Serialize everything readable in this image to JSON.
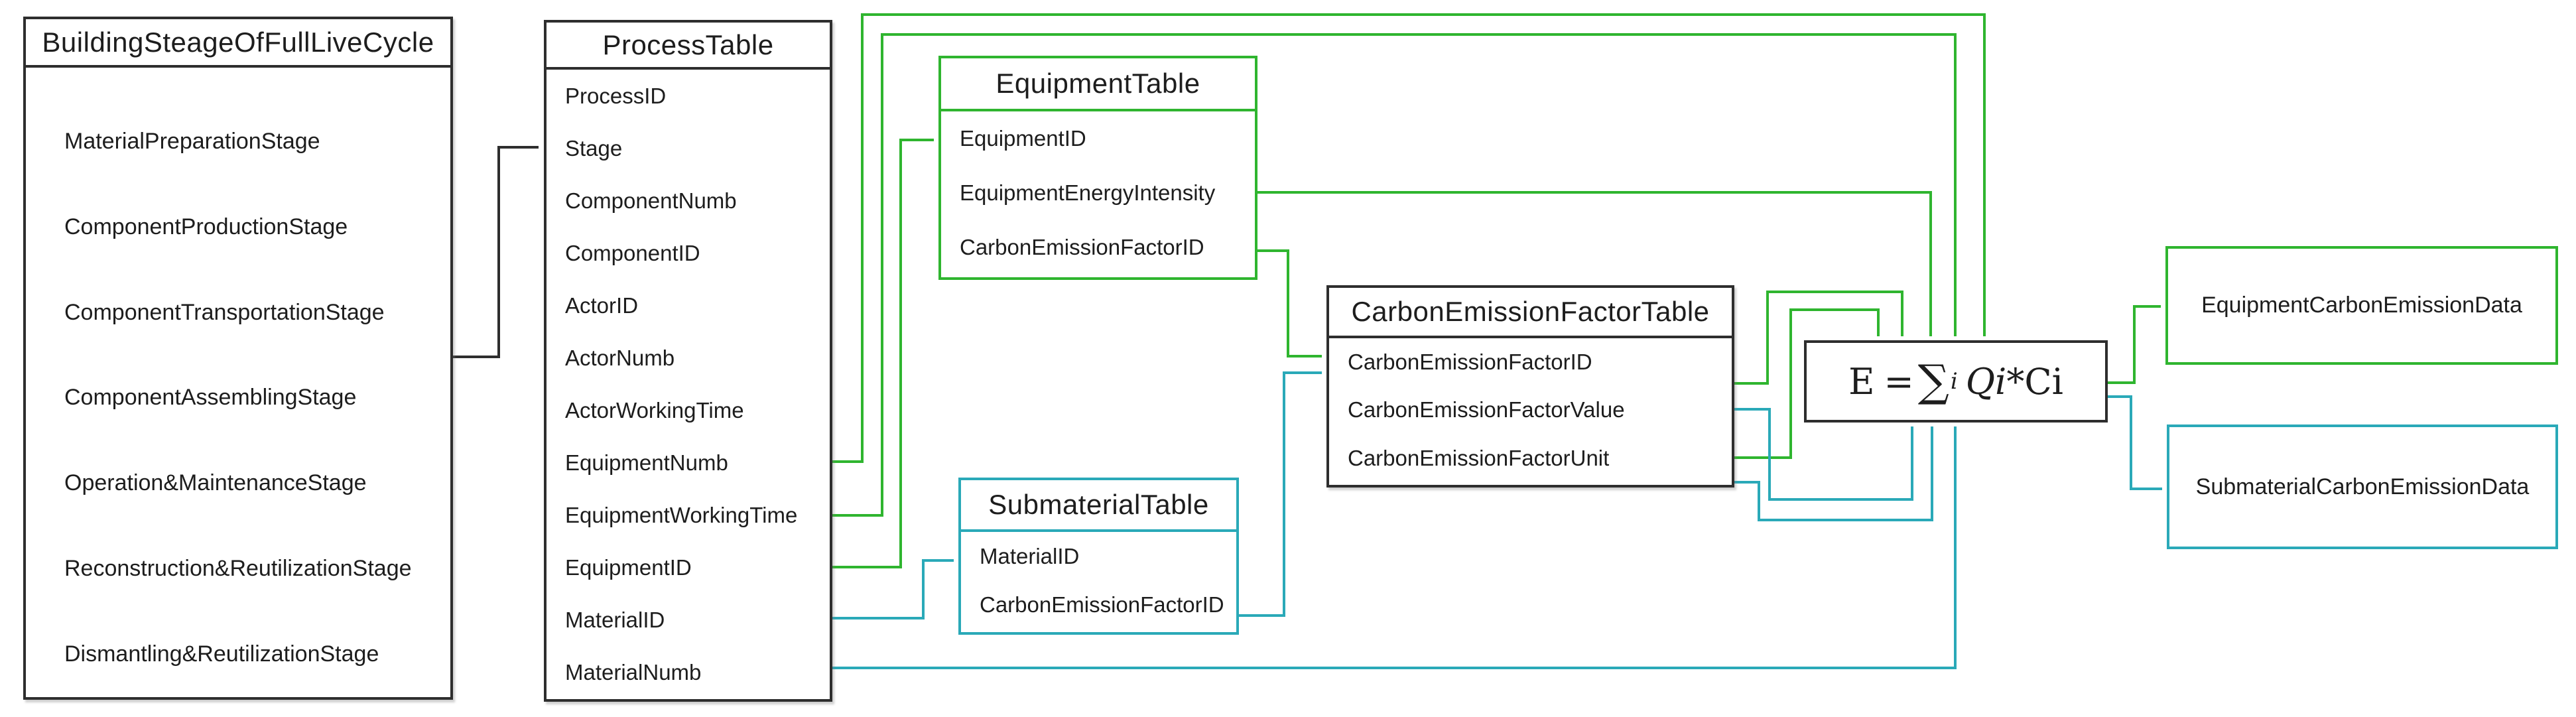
{
  "figure": {
    "stage_box": {
      "title": "BuildingSteageOfFullLiveCycle",
      "items": [
        "MaterialPreparationStage",
        "ComponentProductionStage",
        "ComponentTransportationStage",
        "ComponentAssemblingStage",
        "Operation&MaintenanceStage",
        "Reconstruction&ReutilizationStage",
        "Dismantling&ReutilizationStage"
      ]
    },
    "process_table": {
      "title": "ProcessTable",
      "fields": [
        "ProcessID",
        "Stage",
        "ComponentNumb",
        "ComponentID",
        "ActorID",
        "ActorNumb",
        "ActorWorkingTime",
        "EquipmentNumb",
        "EquipmentWorkingTime",
        "EquipmentID",
        "MaterialID",
        "MaterialNumb"
      ]
    },
    "equipment_table": {
      "title": "EquipmentTable",
      "fields": [
        "EquipmentID",
        "EquipmentEnergyIntensity",
        "CarbonEmissionFactorID"
      ]
    },
    "submaterial_table": {
      "title": "SubmaterialTable",
      "fields": [
        "MaterialID",
        "CarbonEmissionFactorID"
      ]
    },
    "carbon_emission_factor_table": {
      "title": "CarbonEmissionFactorTable",
      "fields": [
        "CarbonEmissionFactorID",
        "CarbonEmissionFactorValue",
        "CarbonEmissionFactorUnit"
      ]
    },
    "formula": {
      "lhs": "E",
      "operator": "=",
      "sum_symbol": "∑",
      "sum_subscript": "i",
      "term_q": "Qi",
      "term_rest": "*Ci"
    },
    "outputs": {
      "equipment": "EquipmentCarbonEmissionData",
      "submaterial": "SubmaterialCarbonEmissionData"
    },
    "colors": {
      "equipment_flow": "#2fb52f",
      "material_flow": "#2aa9b8",
      "structure": "#2e2e2e"
    }
  }
}
